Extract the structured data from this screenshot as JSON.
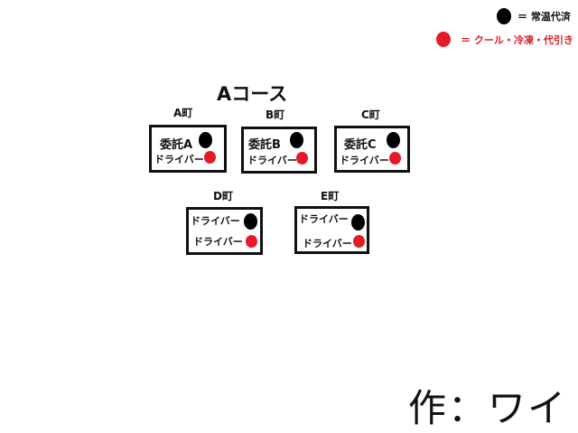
{
  "legend": [
    {
      "label": "＝ 常温代済",
      "color": "#000000"
    },
    {
      "label": "＝ クール・冷凍・代引き",
      "color": "#e21b24"
    }
  ],
  "title": "Aコース",
  "towns": [
    {
      "name": "A町",
      "rows": [
        "委託A",
        "ドライバー"
      ]
    },
    {
      "name": "B町",
      "rows": [
        "委託B",
        "ドライバー"
      ]
    },
    {
      "name": "C町",
      "rows": [
        "委託C",
        "ドライバー"
      ]
    },
    {
      "name": "D町",
      "rows": [
        "ドライバー",
        "ドライバー"
      ]
    },
    {
      "name": "E町",
      "rows": [
        "ドライバー",
        "ドライバー"
      ]
    }
  ],
  "signature": "作：ワイ"
}
